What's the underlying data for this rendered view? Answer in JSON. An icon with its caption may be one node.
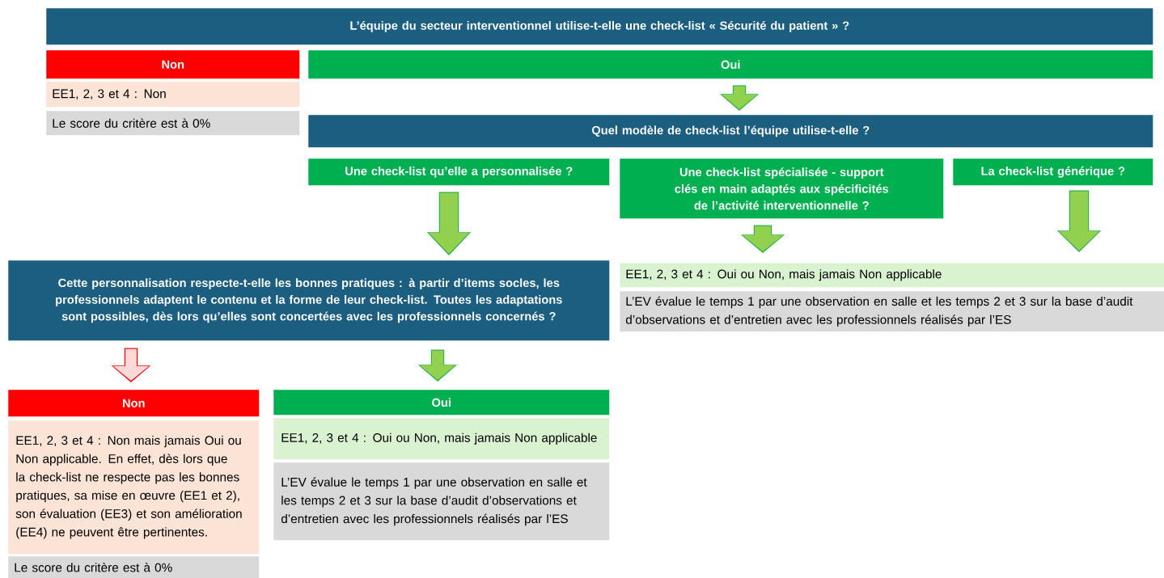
{
  "diagram": {
    "nodes": [
      {
        "text": [
          "L’équipe du secteur interventionnel utilise-t-elle une check-list « Sécurité du patient » ?"
        ]
      },
      {
        "text": [
          "Non"
        ]
      },
      {
        "text": [
          "EE1, 2, 3 et 4 : Non"
        ]
      },
      {
        "text": [
          "Le score du critère est à 0%"
        ]
      },
      {
        "text": [
          "Oui"
        ]
      },
      {
        "text": [
          "Quel modèle de check-list l’équipe utilise-t-elle ?"
        ]
      },
      {
        "text": [
          "Une check-list qu’elle a personnalisée ?"
        ]
      },
      {
        "text": [
          "Une check-list spécialisée  - support clés en main adaptés aux spécificités de l’activité interventionnelle ?"
        ]
      },
      {
        "text": [
          "La check-list générique ?"
        ]
      },
      {
        "text": [
          "EE1, 2, 3 et 4 : Oui ou Non, mais jamais Non applicable"
        ]
      },
      {
        "text": [
          "L’EV évalue le temps 1 par une observation en salle et les temps 2 et 3 sur la base d’audit d’observations et d’entretien avec les professionnels réalisés par l’ES"
        ]
      },
      {
        "text": [
          "Cette personnalisation respecte-t-elle les bonnes pratiques : à partir d’items socles, les professionnels adaptent le contenu et la forme de leur check-list. Toutes les adaptations sont possibles, dès lors qu’elles sont concertées avec les professionnels concernés ?"
        ]
      },
      {
        "text": [
          "Non"
        ]
      },
      {
        "text": [
          "EE1, 2, 3 et 4 : Non mais jamais Oui ou Non applicable. En effet, dès lors que la check-list ne respecte pas les bonnes pratiques, sa mise en œuvre (EE1 et 2), son évaluation (EE3) et son amélioration (EE4) ne peuvent être pertinentes."
        ]
      },
      {
        "text": [
          "Le score du critère est à 0%"
        ]
      },
      {
        "text": [
          "Oui"
        ]
      },
      {
        "text": [
          "EE1, 2, 3 et 4 : Oui ou Non, mais jamais Non applicable"
        ]
      },
      {
        "text": [
          "L’EV évalue le temps 1 par une observation en salle et les temps 2 et 3 sur la base d’audit d’observations et d’entretien avec les professionnels réalisés par l’ES"
        ]
      }
    ],
    "edges": [
      {
        "from": 4,
        "to": 5,
        "arrow": "to"
      },
      {
        "from": 6,
        "to": 11,
        "arrow": "to"
      },
      {
        "from": 7,
        "to": 9,
        "arrow": "to"
      },
      {
        "from": 8,
        "to": 9,
        "arrow": "to"
      },
      {
        "from": 11,
        "to": 12,
        "arrow": "to",
        "color": "#ff0000"
      },
      {
        "from": 11,
        "to": 15,
        "arrow": "to"
      }
    ]
  }
}
